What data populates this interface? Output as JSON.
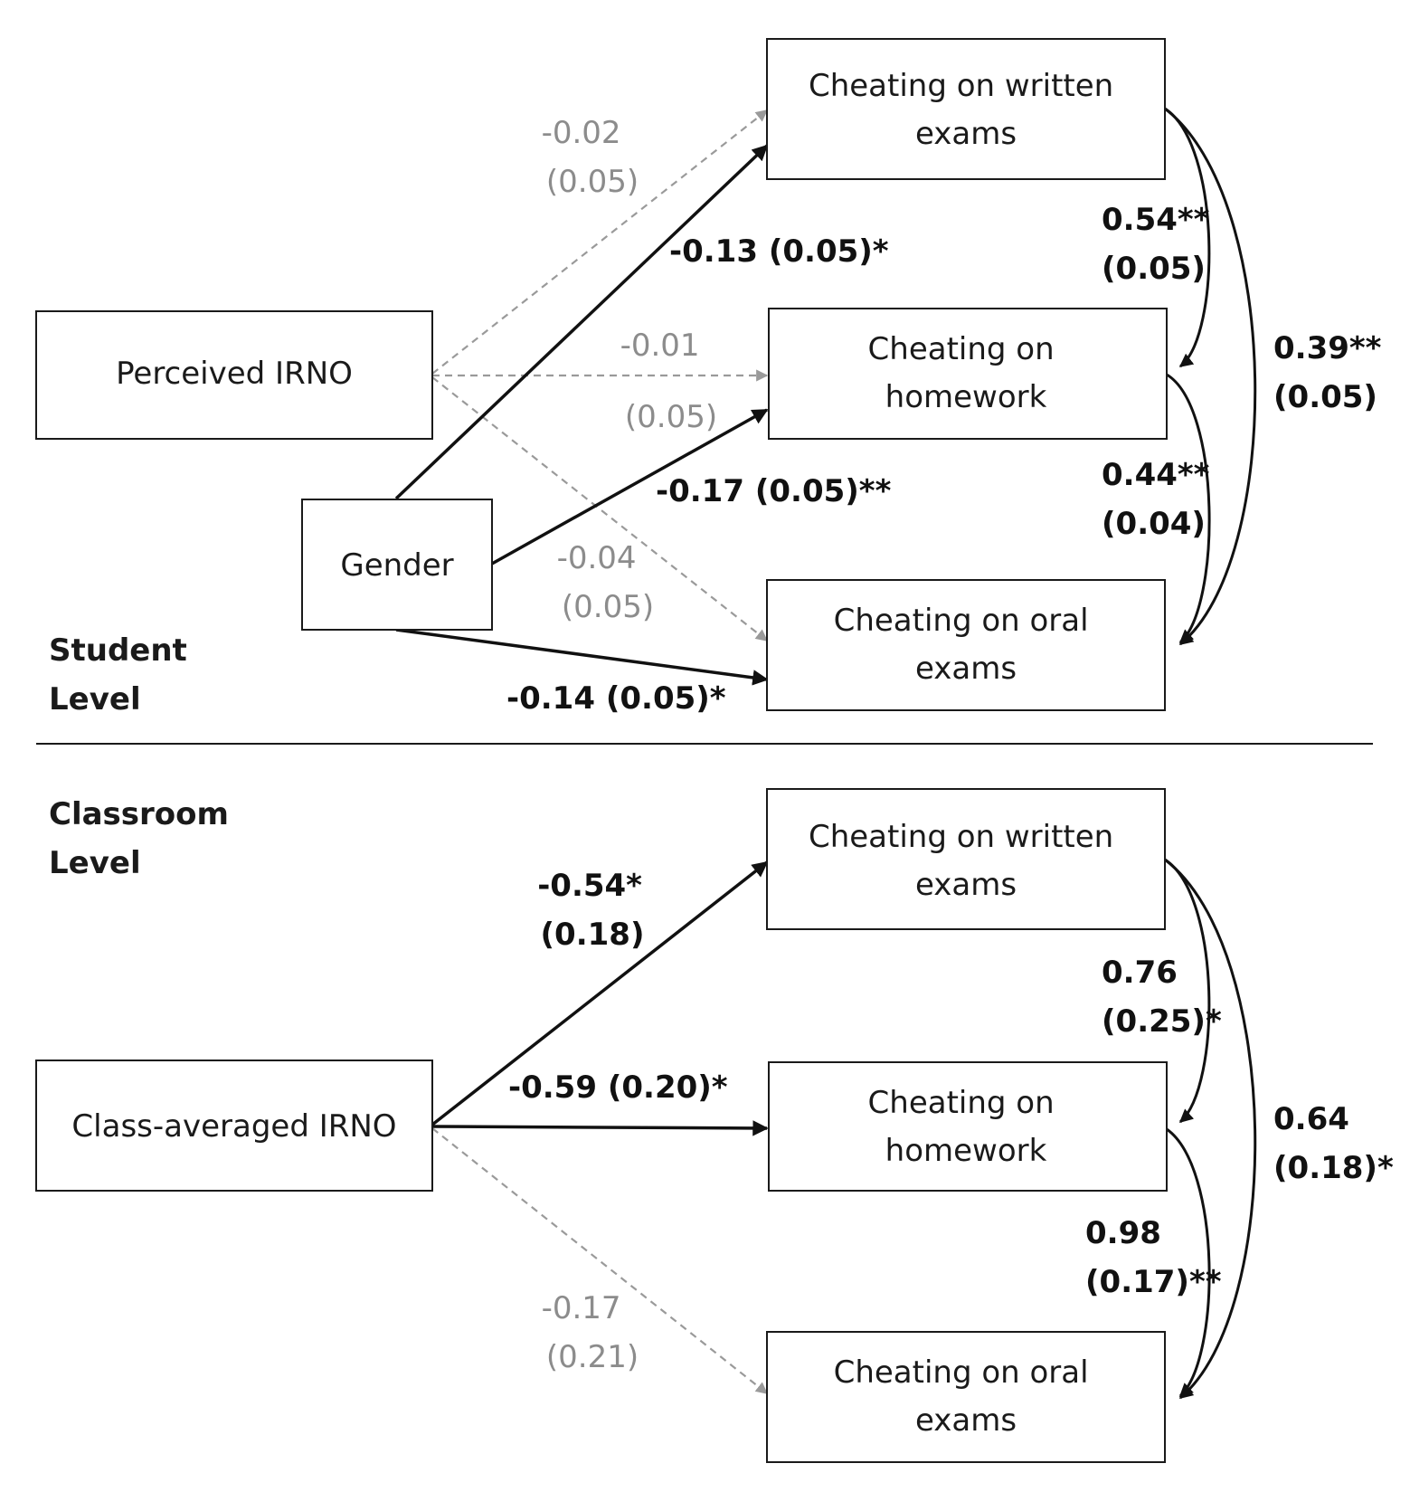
{
  "levels": {
    "student": [
      "Student",
      "Level"
    ],
    "classroom": [
      "Classroom",
      "Level"
    ]
  },
  "nodes": {
    "perceived_irno": [
      "Perceived IRNO"
    ],
    "gender": [
      "Gender"
    ],
    "s_written": [
      "Cheating on written",
      "exams"
    ],
    "s_homework": [
      "Cheating on",
      "homework"
    ],
    "s_oral": [
      "Cheating on oral",
      "exams"
    ],
    "class_irno": [
      "Class-averaged IRNO"
    ],
    "c_written": [
      "Cheating on written",
      "exams"
    ],
    "c_homework": [
      "Cheating on",
      "homework"
    ],
    "c_oral": [
      "Cheating on oral",
      "exams"
    ]
  },
  "paths": {
    "irno_written": [
      "-0.02",
      "(0.05)"
    ],
    "irno_homework": [
      "-0.01",
      "(0.05)"
    ],
    "irno_oral": [
      "-0.04",
      "(0.05)"
    ],
    "gender_written": [
      "-0.13 (0.05)*"
    ],
    "gender_homework": [
      "-0.17 (0.05)**"
    ],
    "gender_oral": [
      "-0.14 (0.05)*"
    ],
    "class_written": [
      "-0.54*",
      "(0.18)"
    ],
    "class_homework": [
      "-0.59 (0.20)*"
    ],
    "class_oral": [
      "-0.17",
      "(0.21)"
    ]
  },
  "covariances": {
    "s_written_homework": [
      "0.54**",
      "(0.05)"
    ],
    "s_homework_oral": [
      "0.44**",
      "(0.04)"
    ],
    "s_written_oral": [
      "0.39**",
      "(0.05)"
    ],
    "c_written_homework": [
      "0.76",
      "(0.25)*"
    ],
    "c_homework_oral": [
      "0.98",
      "(0.17)**"
    ],
    "c_written_oral": [
      "0.64",
      "(0.18)*"
    ]
  }
}
